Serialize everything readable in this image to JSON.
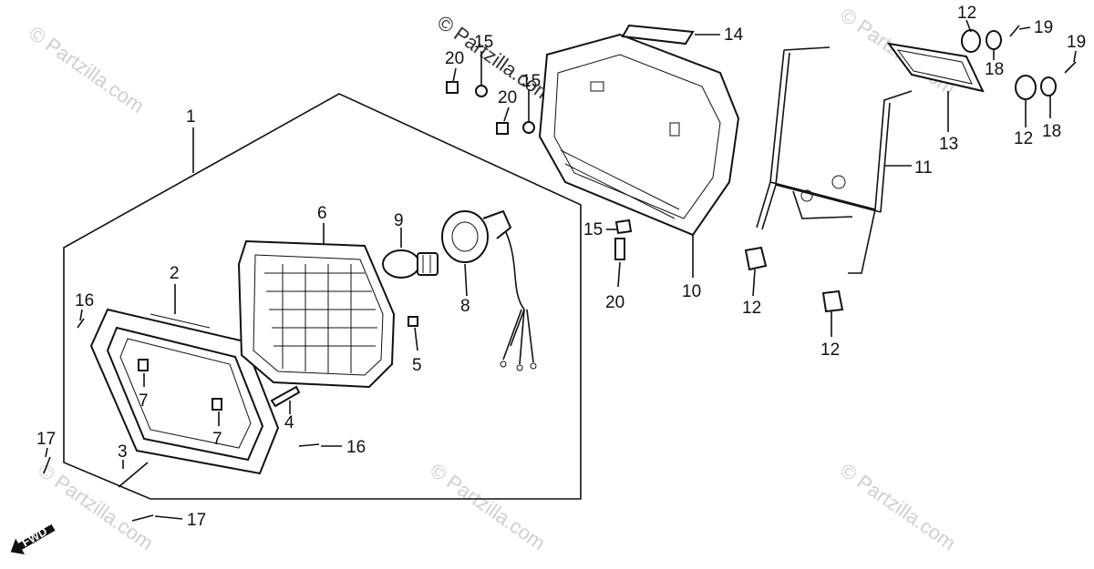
{
  "diagram": {
    "callouts": {
      "c1": "1",
      "c2": "2",
      "c3": "3",
      "c4": "4",
      "c5": "5",
      "c6": "6",
      "c7a": "7",
      "c7b": "7",
      "c8": "8",
      "c9": "9",
      "c10": "10",
      "c11": "11",
      "c12a": "12",
      "c12b": "12",
      "c12c": "12",
      "c12d": "12",
      "c13": "13",
      "c14": "14",
      "c15a": "15",
      "c15b": "15",
      "c15c": "15",
      "c16a": "16",
      "c16b": "16",
      "c17a": "17",
      "c17b": "17",
      "c18a": "18",
      "c18b": "18",
      "c19a": "19",
      "c19b": "19",
      "c20a": "20",
      "c20b": "20",
      "c20c": "20"
    },
    "fwd_label": "FWD",
    "watermark": "© Partzilla.com"
  }
}
